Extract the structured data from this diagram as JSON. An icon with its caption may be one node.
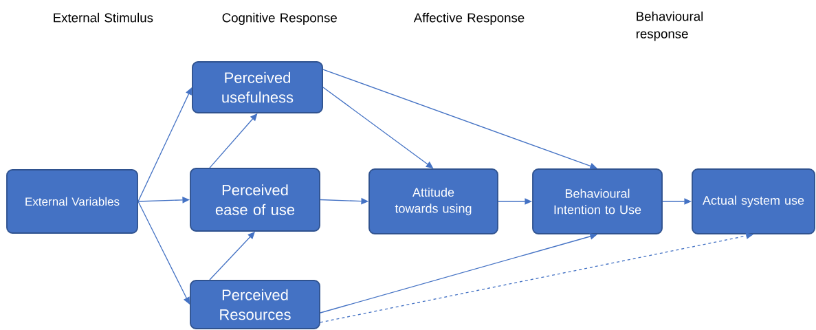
{
  "diagram": {
    "nodes": [
      {
        "text": [
          "External Variables"
        ]
      },
      {
        "text": [
          "Perceived usefulness"
        ]
      },
      {
        "text": [
          "Perceived ease of use"
        ]
      },
      {
        "text": [
          "Perceived Resources"
        ]
      },
      {
        "text": [
          "Attitude towards using"
        ]
      },
      {
        "text": [
          "Behavioural Intention to Use"
        ]
      },
      {
        "text": [
          "Actual system use"
        ]
      }
    ],
    "edges": [
      {
        "from": 0,
        "to": 1,
        "arrow": "to"
      },
      {
        "from": 0,
        "to": 2,
        "arrow": "to"
      },
      {
        "from": 0,
        "to": 3,
        "arrow": "to"
      },
      {
        "from": 2,
        "to": 1,
        "arrow": "to"
      },
      {
        "from": 3,
        "to": 2,
        "arrow": "to"
      },
      {
        "from": 1,
        "to": 4,
        "arrow": "to"
      },
      {
        "from": 1,
        "to": 5,
        "arrow": "to"
      },
      {
        "from": 2,
        "to": 4,
        "arrow": "to"
      },
      {
        "from": 4,
        "to": 5,
        "arrow": "to"
      },
      {
        "from": 5,
        "to": 6,
        "arrow": "to"
      },
      {
        "from": 3,
        "to": 5,
        "arrow": "to"
      },
      {
        "from": 3,
        "to": 6,
        "arrow": "to",
        "style": "dashed"
      }
    ],
    "labels": [
      "External Stimulus",
      "Cognitive Response",
      "Affective Response",
      "Behavioural response"
    ]
  }
}
